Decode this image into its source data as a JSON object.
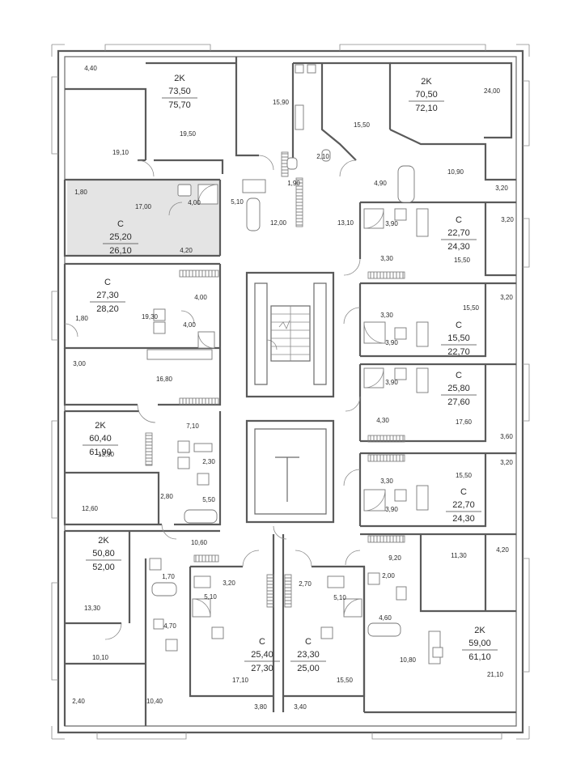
{
  "floor_plan": {
    "apartments": [
      {
        "id": "apt-top-left",
        "type": "2K",
        "area_living": "73,50",
        "area_total": "75,70",
        "highlighted": false
      },
      {
        "id": "apt-top-right",
        "type": "2K",
        "area_living": "70,50",
        "area_total": "72,10",
        "highlighted": false
      },
      {
        "id": "apt-left-1",
        "type": "С",
        "area_living": "25,20",
        "area_total": "26,10",
        "highlighted": true
      },
      {
        "id": "apt-left-2",
        "type": "С",
        "area_living": "27,30",
        "area_total": "28,20",
        "highlighted": false
      },
      {
        "id": "apt-left-3",
        "type": "2K",
        "area_living": "60,40",
        "area_total": "61,90",
        "highlighted": false
      },
      {
        "id": "apt-left-4",
        "type": "2K",
        "area_living": "50,80",
        "area_total": "52,00",
        "highlighted": false
      },
      {
        "id": "apt-right-1",
        "type": "С",
        "area_living": "22,70",
        "area_total": "24,30",
        "highlighted": false
      },
      {
        "id": "apt-right-2",
        "type": "С",
        "area_living": "15,50",
        "area_total": "22,70",
        "highlighted": false
      },
      {
        "id": "apt-right-3",
        "type": "С",
        "area_living": "25,80",
        "area_total": "27,60",
        "highlighted": false
      },
      {
        "id": "apt-right-4",
        "type": "С",
        "area_living": "22,70",
        "area_total": "24,30",
        "highlighted": false
      },
      {
        "id": "apt-bottom-right",
        "type": "2K",
        "area_living": "59,00",
        "area_total": "61,10",
        "highlighted": false
      },
      {
        "id": "apt-bottom-center-left",
        "type": "С",
        "area_living": "25,40",
        "area_total": "27,30",
        "highlighted": false
      },
      {
        "id": "apt-bottom-center-right",
        "type": "С",
        "area_living": "23,30",
        "area_total": "25,00",
        "highlighted": false
      }
    ],
    "room_areas": [
      "4,40",
      "19,50",
      "19,10",
      "15,90",
      "15,50",
      "24,00",
      "2,10",
      "10,90",
      "3,20",
      "1,80",
      "17,00",
      "4,00",
      "5,10",
      "1,90",
      "12,00",
      "13,10",
      "4,90",
      "3,90",
      "3,20",
      "4,20",
      "3,30",
      "15,50",
      "4,00",
      "19,30",
      "1,80",
      "4,00",
      "3,30",
      "15,50",
      "3,20",
      "3,90",
      "3,00",
      "16,80",
      "3,90",
      "7,10",
      "4,30",
      "17,60",
      "3,60",
      "13,30",
      "2,30",
      "15,50",
      "3,20",
      "2,80",
      "5,50",
      "3,30",
      "12,60",
      "3,90",
      "10,60",
      "9,20",
      "11,30",
      "4,20",
      "1,70",
      "3,20",
      "2,70",
      "2,00",
      "13,30",
      "5,10",
      "5,10",
      "4,70",
      "4,60",
      "10,10",
      "10,80",
      "21,10",
      "17,10",
      "15,50",
      "2,40",
      "10,40",
      "3,80",
      "3,40"
    ],
    "colors": {
      "wall": "#5a5a5a",
      "highlight": "#e4e4e4",
      "text": "#2a2a2a"
    }
  }
}
